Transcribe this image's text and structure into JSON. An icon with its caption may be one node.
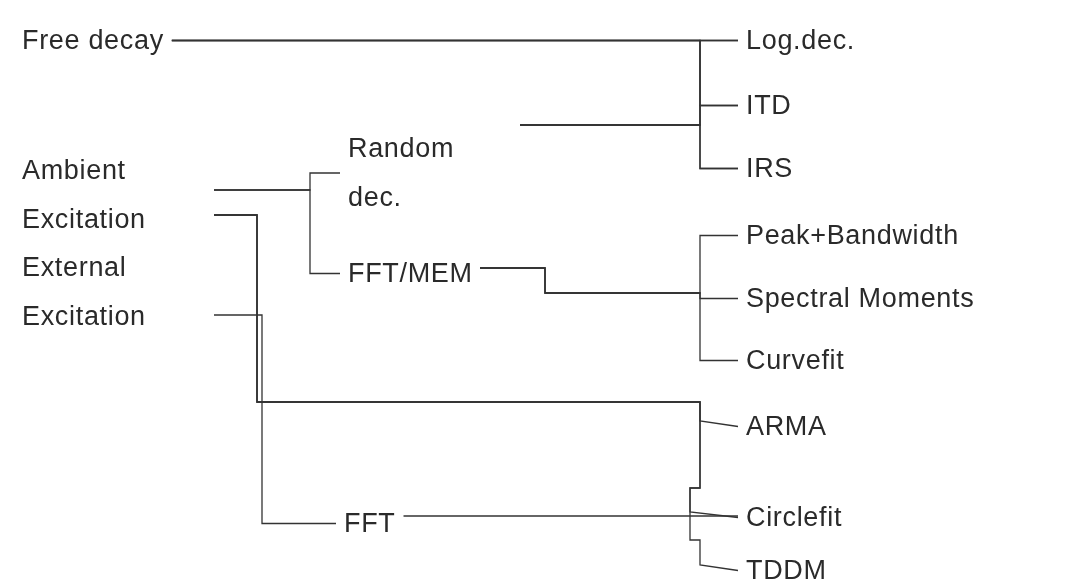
{
  "diagram": {
    "nodes": [
      {
        "text": [
          "Free decay"
        ]
      },
      {
        "text": [
          "Ambient Excitation"
        ]
      },
      {
        "text": [
          "External Excitation"
        ]
      },
      {
        "text": [
          "Random dec."
        ]
      },
      {
        "text": [
          "FFT/MEM"
        ]
      },
      {
        "text": [
          "FFT"
        ]
      },
      {
        "text": [
          "Log.dec."
        ]
      },
      {
        "text": [
          "ITD"
        ]
      },
      {
        "text": [
          "IRS"
        ]
      },
      {
        "text": [
          "Peak+Bandwidth"
        ]
      },
      {
        "text": [
          "Spectral Moments"
        ]
      },
      {
        "text": [
          "Curvefit"
        ]
      },
      {
        "text": [
          "ARMA"
        ]
      },
      {
        "text": [
          "Circlefit"
        ]
      },
      {
        "text": [
          "TDDM"
        ]
      }
    ],
    "edges": [
      {
        "from": 0,
        "to": 6,
        "arrow": "none"
      },
      {
        "from": 0,
        "to": 7,
        "arrow": "none"
      },
      {
        "from": 0,
        "to": 8,
        "arrow": "none"
      },
      {
        "from": 1,
        "to": 3,
        "arrow": "none"
      },
      {
        "from": 1,
        "to": 4,
        "arrow": "none"
      },
      {
        "from": 3,
        "to": 6,
        "arrow": "none"
      },
      {
        "from": 3,
        "to": 7,
        "arrow": "none"
      },
      {
        "from": 3,
        "to": 8,
        "arrow": "none"
      },
      {
        "from": 4,
        "to": 9,
        "arrow": "none"
      },
      {
        "from": 4,
        "to": 10,
        "arrow": "none"
      },
      {
        "from": 4,
        "to": 11,
        "arrow": "none"
      },
      {
        "from": 1,
        "to": 12,
        "arrow": "none"
      },
      {
        "from": 1,
        "to": 13,
        "arrow": "none"
      },
      {
        "from": 1,
        "to": 14,
        "arrow": "none"
      },
      {
        "from": 2,
        "to": 5,
        "arrow": "none"
      },
      {
        "from": 5,
        "to": 13,
        "arrow": "none"
      }
    ]
  }
}
